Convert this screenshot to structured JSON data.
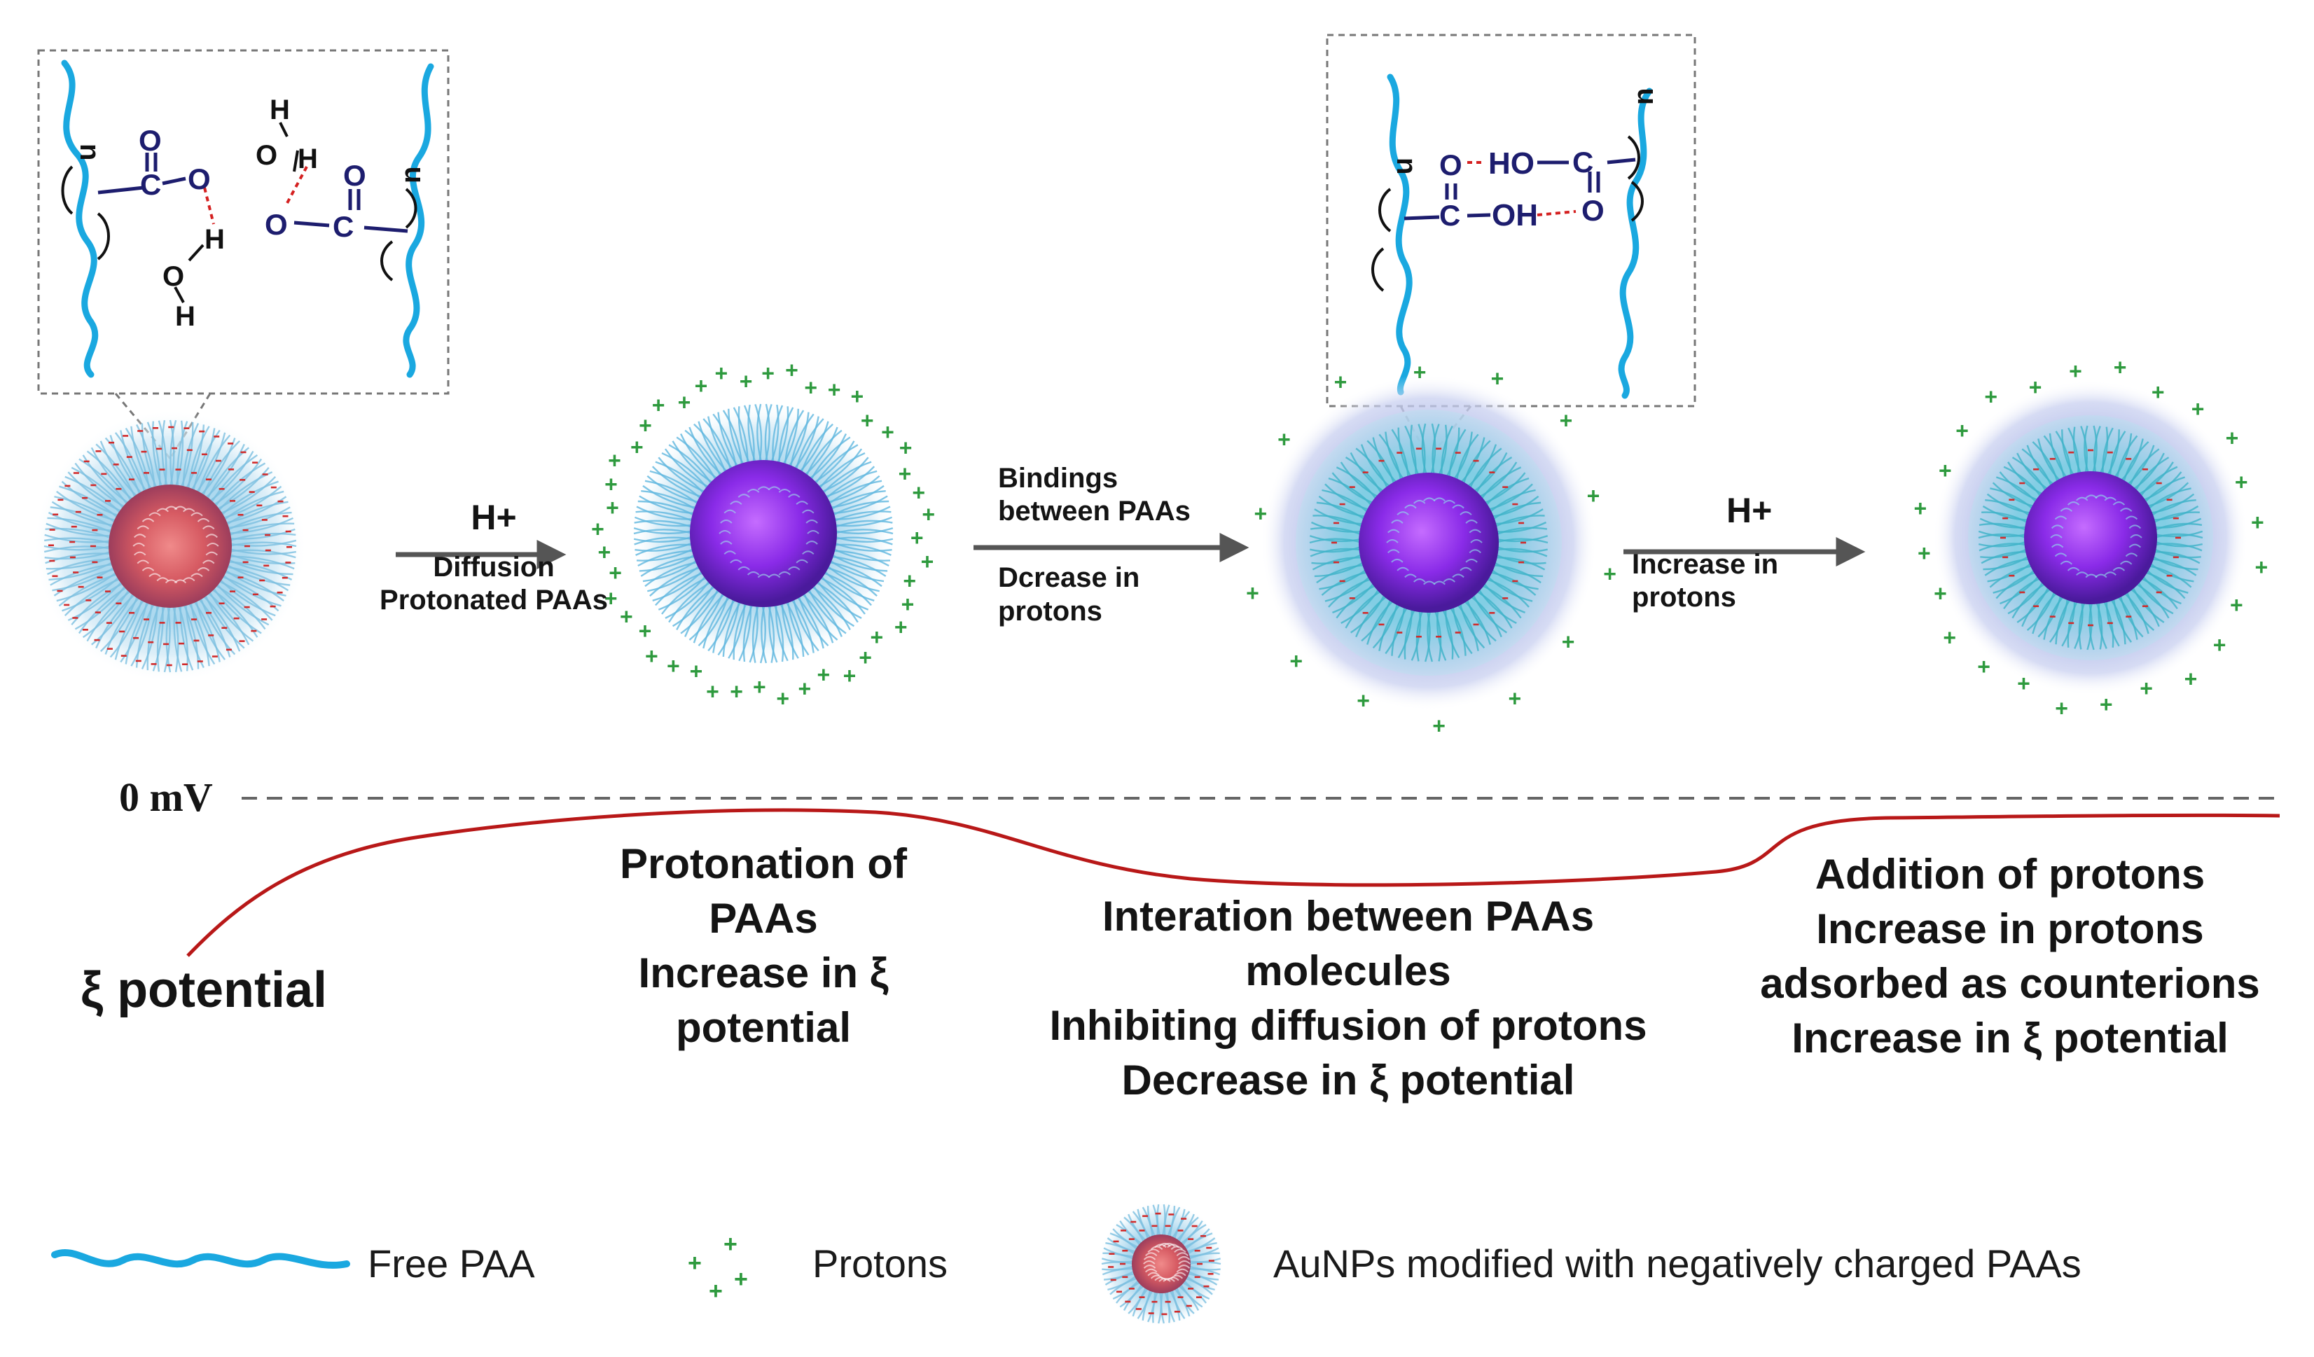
{
  "steps": {
    "step1": {
      "h_plus": "H+",
      "line1": "Diffusion",
      "line2": "Protonated PAAs"
    },
    "step2": {
      "line1": "Bindings",
      "line2": "between PAAs",
      "line3": "Dcrease in",
      "line4": "protons"
    },
    "step3": {
      "h_plus": "H+",
      "line1": "Increase in",
      "line2": "protons"
    }
  },
  "zeta_axis": {
    "zero_label": "0 mV",
    "curve_label": "ξ potential"
  },
  "descriptions": {
    "stage1": [
      "Protonation of",
      "PAAs",
      "Increase in ξ",
      "potential"
    ],
    "stage2": [
      "Interation between PAAs",
      "molecules",
      "Inhibiting diffusion of protons",
      "Decrease in  ξ potential"
    ],
    "stage3": [
      "Addition of protons",
      "Increase in protons",
      "adsorbed as counterions",
      "Increase in  ξ potential"
    ]
  },
  "chem": {
    "inset1": {
      "carbon": "C",
      "oxygen": "O",
      "hydrogen": "H",
      "repeat": "n"
    },
    "inset2": {
      "ho": "HO",
      "oh": "OH",
      "carbon": "C",
      "oxygen": "O",
      "repeat": "n"
    }
  },
  "legend": {
    "free_paa": "Free PAA",
    "protons": "Protons",
    "aunps": "AuNPs  modified with negatively charged PAAs"
  },
  "colors": {
    "paa_chain": "#1aa8e0",
    "proton": "#2e9a3e",
    "curve": "#b81818",
    "chem_bond": "#1d1d6e",
    "hbond": "#d42020",
    "arrow": "#555555",
    "dashed": "#666666"
  }
}
